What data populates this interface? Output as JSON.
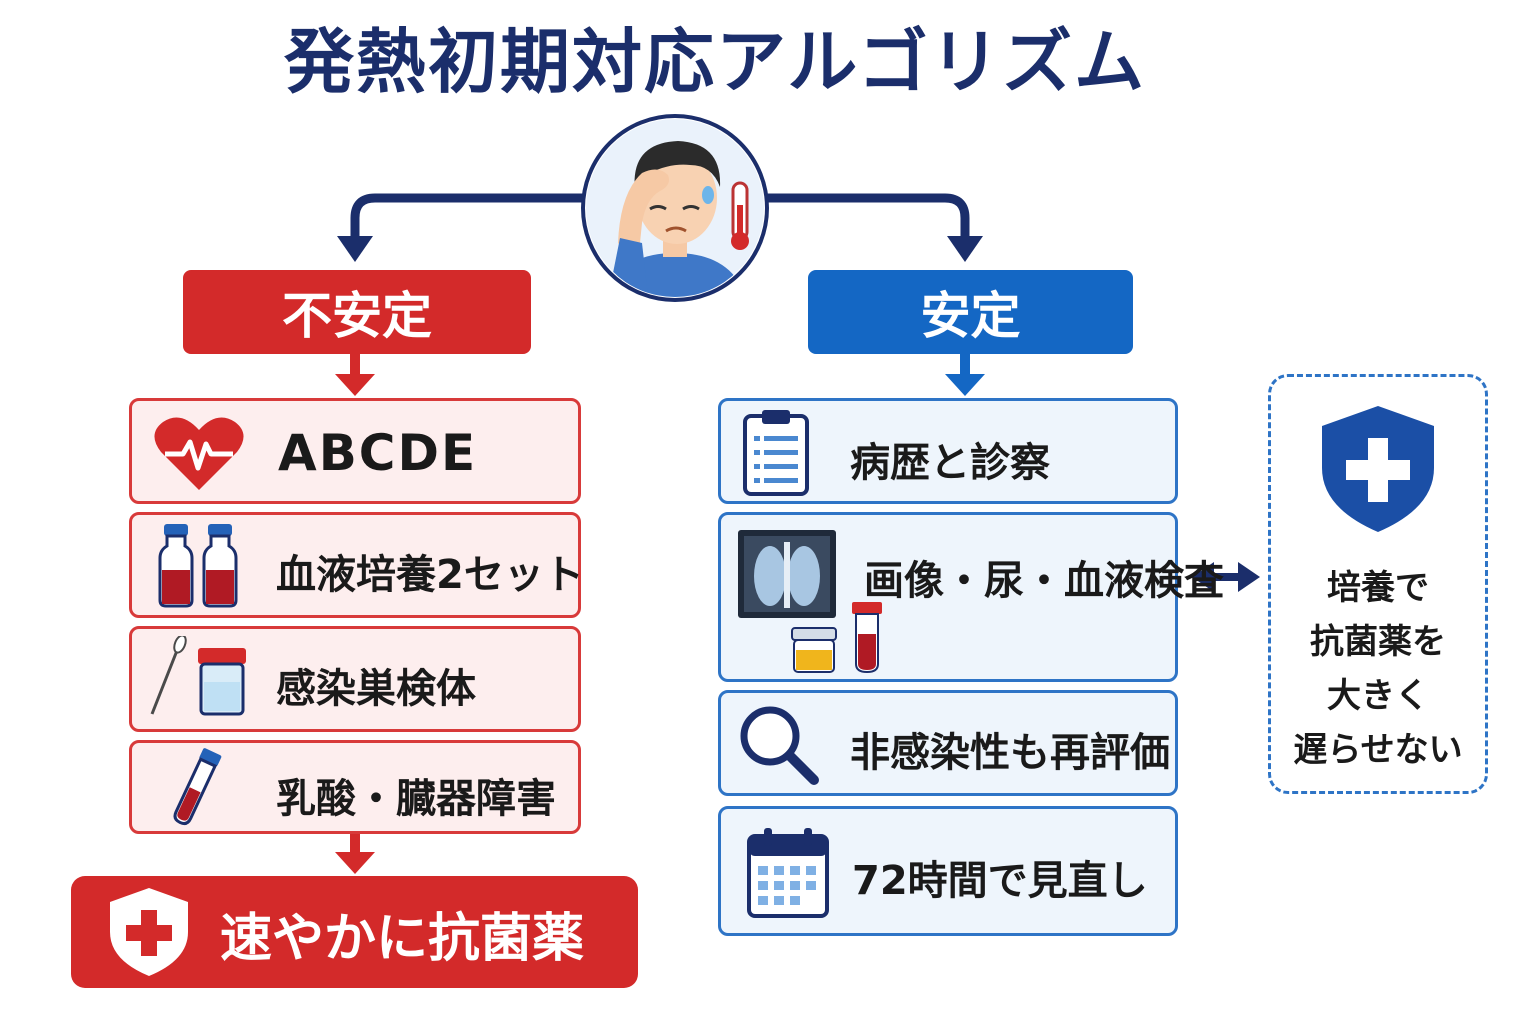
{
  "title": "発熱初期対応アルゴリズム",
  "colors": {
    "red": "#d32a2a",
    "blue": "#1467c4",
    "navy": "#1b2e6b"
  },
  "unstable": {
    "header": "不安定",
    "steps": [
      {
        "label": "ABCDE",
        "icon": "heart-pulse-icon"
      },
      {
        "label": "血液培養2セット",
        "icon": "blood-culture-bottles-icon"
      },
      {
        "label": "感染巣検体",
        "icon": "swab-and-specimen-cup-icon"
      },
      {
        "label": "乳酸・臓器障害",
        "icon": "blood-tube-icon"
      }
    ],
    "action": {
      "label": "速やかに抗菌薬",
      "icon": "shield-plus-icon"
    }
  },
  "stable": {
    "header": "安定",
    "steps": [
      {
        "label": "病歴と診察",
        "icon": "clipboard-icon"
      },
      {
        "label": "画像・尿・血液検査",
        "icon": "xray-urine-blood-icon"
      },
      {
        "label": "非感染性も再評価",
        "icon": "magnifier-icon"
      },
      {
        "label": "72時間で見直し",
        "icon": "calendar-icon"
      }
    ]
  },
  "note": {
    "lines": [
      "培養で",
      "抗菌薬を",
      "大きく",
      "遅らせない"
    ],
    "icon": "shield-plus-icon"
  },
  "patient_icon": "feverish-patient-icon"
}
